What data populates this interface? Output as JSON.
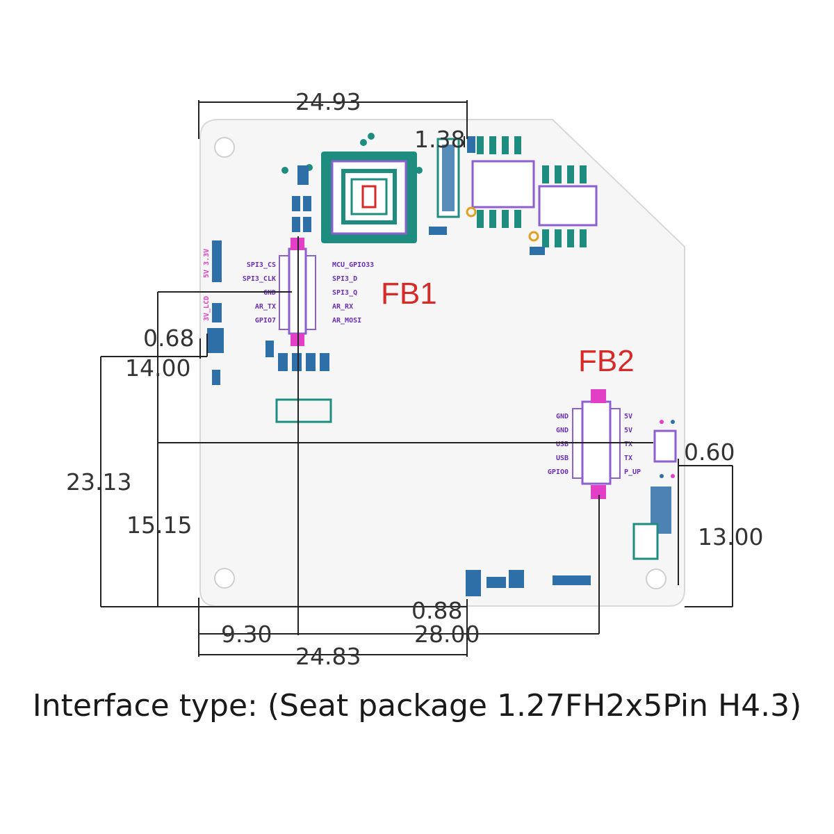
{
  "dimensions": {
    "top_width": "24.93",
    "top_right": "1.38",
    "left_small": "0.68",
    "left_top": "14.00",
    "left_total": "23.13",
    "left_mid": "15.15",
    "right_small": "0.60",
    "right_height": "13.00",
    "bottom_small": "0.88",
    "bottom_left": "9.30",
    "bottom_mid": "28.00",
    "bottom_width": "24.83"
  },
  "connectors": {
    "fb1": {
      "label": "FB1",
      "left_pins": [
        "SPI3_CS",
        "SPI3_CLK",
        "GND",
        "AR_TX",
        "GPIO7"
      ],
      "right_pins": [
        "MCU_GPIO33",
        "SPI3_D",
        "SPI3_Q",
        "AR_RX",
        "AR_MOSI"
      ]
    },
    "fb2": {
      "label": "FB2",
      "left_pins": [
        "GND",
        "GND",
        "USB",
        "USB",
        "GPIO0"
      ],
      "right_pins": [
        "5V",
        "5V",
        "TX",
        "TX",
        "P_UP"
      ]
    }
  },
  "side_labels": {
    "vertical_a": "5V 3.3V",
    "vertical_b": "3V_LCD"
  },
  "caption": "Interface type: (Seat package 1.27FH2x5Pin H4.3)",
  "colors": {
    "board": "#f5f5f5",
    "component_teal": "#1f8c80",
    "component_blue": "#2e6fa8",
    "silkscreen_purple": "#8d5fd0",
    "pad_magenta": "#e23fc6",
    "label_red": "#d62a28",
    "dimension_line": "#222222"
  }
}
